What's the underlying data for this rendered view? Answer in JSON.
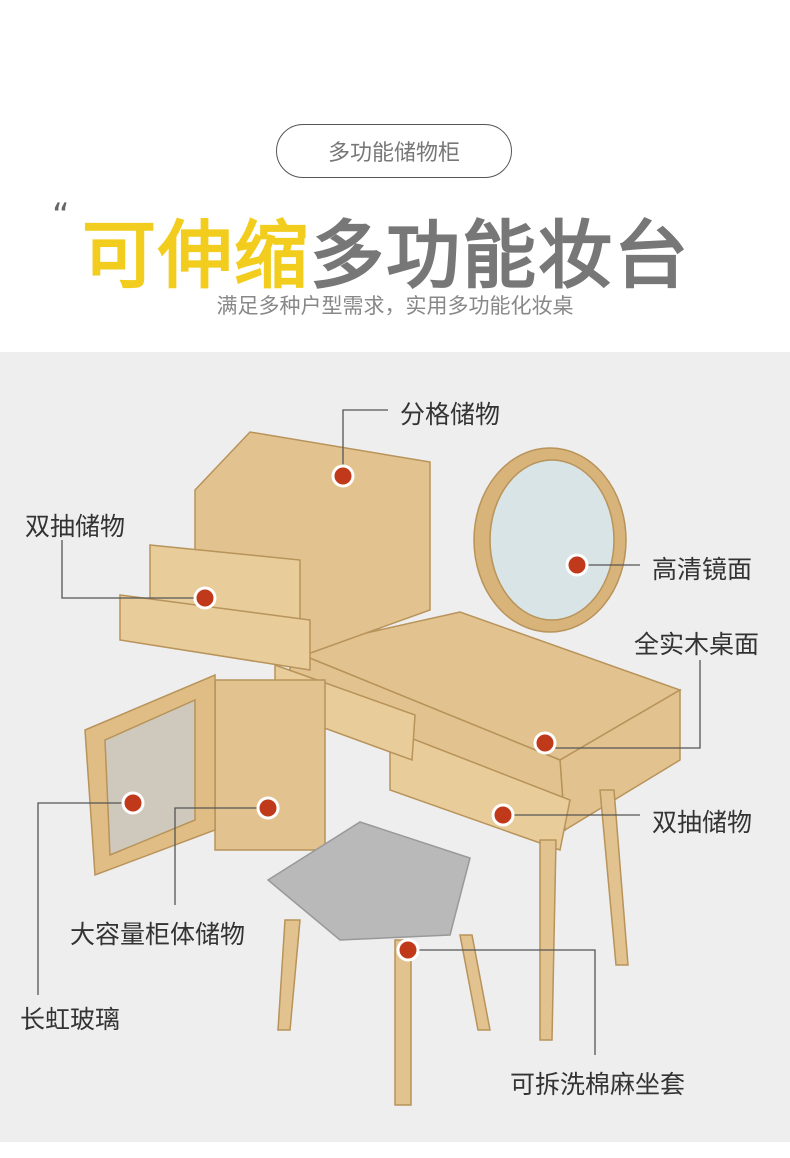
{
  "header": {
    "pill_label": "多功能储物柜",
    "quote_mark": "“",
    "title_highlight": "可伸缩",
    "title_rest": "多功能妆台",
    "subtitle": "满足多种户型需求，实用多功能化妆桌"
  },
  "callouts": [
    {
      "label": "分格储物"
    },
    {
      "label": "双抽储物"
    },
    {
      "label": "高清镜面"
    },
    {
      "label": "全实木桌面"
    },
    {
      "label": "双抽储物"
    },
    {
      "label": "大容量柜体储物"
    },
    {
      "label": "长虹玻璃"
    },
    {
      "label": "可拆洗棉麻坐套"
    }
  ],
  "colors": {
    "accent_yellow": "#f2cd1e",
    "title_gray": "#777777",
    "dot_red": "#c0391b",
    "wood": "#e2c28e"
  }
}
